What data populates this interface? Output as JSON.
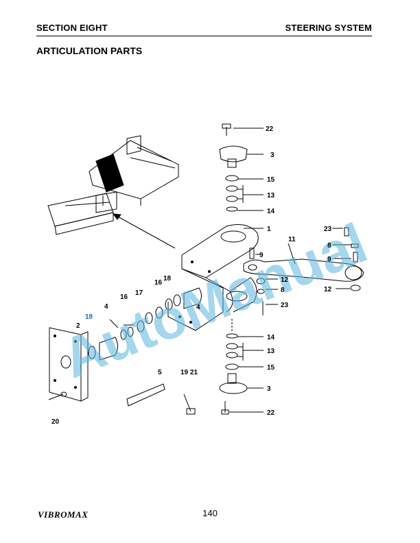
{
  "header": {
    "section": "SECTION EIGHT",
    "chapter": "STEERING SYSTEM"
  },
  "title": "ARTICULATION PARTS",
  "callouts": {
    "p1": "1",
    "p2": "2",
    "p3a": "3",
    "p3b": "3",
    "p4a": "4",
    "p4b": "4",
    "p5": "5",
    "p8a": "8",
    "p8b": "8",
    "p9a": "9",
    "p9b": "9",
    "p11": "11",
    "p12a": "12",
    "p12b": "12",
    "p13a": "13",
    "p13b": "13",
    "p14a": "14",
    "p14b": "14",
    "p15a": "15",
    "p15b": "15",
    "p16a": "16",
    "p16b": "16",
    "p17": "17",
    "p18a": "18",
    "p18b": "18",
    "p19": "19",
    "p20": "20",
    "p21": "21",
    "p22a": "22",
    "p22b": "22",
    "p23a": "23",
    "p23b": "23"
  },
  "watermark": "AutoManual",
  "footer": {
    "logo": "VIBROMAX",
    "page_number": "140"
  }
}
